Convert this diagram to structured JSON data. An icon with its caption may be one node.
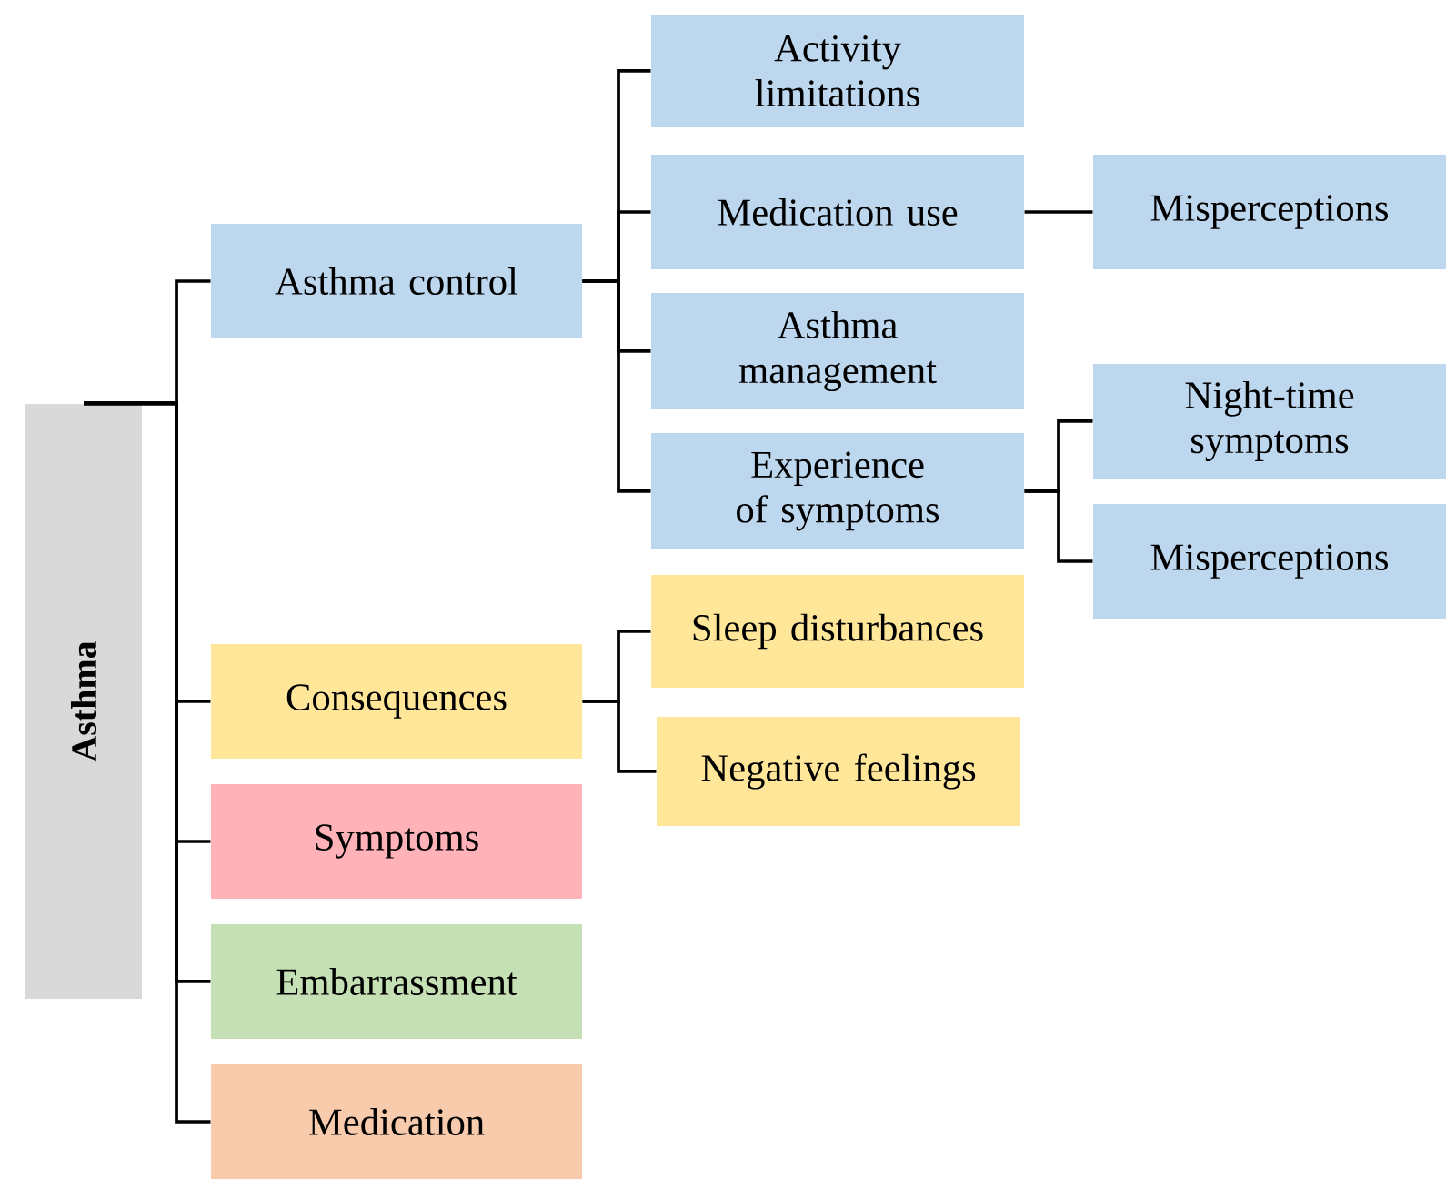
{
  "diagram": {
    "nodes": [
      {
        "text": [
          "Asthma"
        ]
      },
      {
        "text": [
          "Asthma control"
        ]
      },
      {
        "text": [
          "Activity limitations"
        ]
      },
      {
        "text": [
          "Medication use"
        ]
      },
      {
        "text": [
          "Misperceptions"
        ]
      },
      {
        "text": [
          "Asthma management"
        ]
      },
      {
        "text": [
          "Experience of symptoms"
        ]
      },
      {
        "text": [
          "Night-time symptoms"
        ]
      },
      {
        "text": [
          "Misperceptions"
        ]
      },
      {
        "text": [
          "Consequences"
        ]
      },
      {
        "text": [
          "Sleep disturbances"
        ]
      },
      {
        "text": [
          "Negative feelings"
        ]
      },
      {
        "text": [
          "Symptoms"
        ]
      },
      {
        "text": [
          "Embarrassment"
        ]
      },
      {
        "text": [
          "Medication"
        ]
      }
    ],
    "edges": [
      {
        "from": 0,
        "to": 1,
        "arrow": "none"
      },
      {
        "from": 0,
        "to": 9,
        "arrow": "none"
      },
      {
        "from": 0,
        "to": 12,
        "arrow": "none"
      },
      {
        "from": 0,
        "to": 13,
        "arrow": "none"
      },
      {
        "from": 0,
        "to": 14,
        "arrow": "none"
      },
      {
        "from": 1,
        "to": 2,
        "arrow": "none"
      },
      {
        "from": 1,
        "to": 3,
        "arrow": "none"
      },
      {
        "from": 1,
        "to": 5,
        "arrow": "none"
      },
      {
        "from": 1,
        "to": 6,
        "arrow": "none"
      },
      {
        "from": 3,
        "to": 4,
        "arrow": "none"
      },
      {
        "from": 6,
        "to": 7,
        "arrow": "none"
      },
      {
        "from": 6,
        "to": 8,
        "arrow": "none"
      },
      {
        "from": 9,
        "to": 10,
        "arrow": "none"
      },
      {
        "from": 9,
        "to": 11,
        "arrow": "none"
      }
    ]
  }
}
